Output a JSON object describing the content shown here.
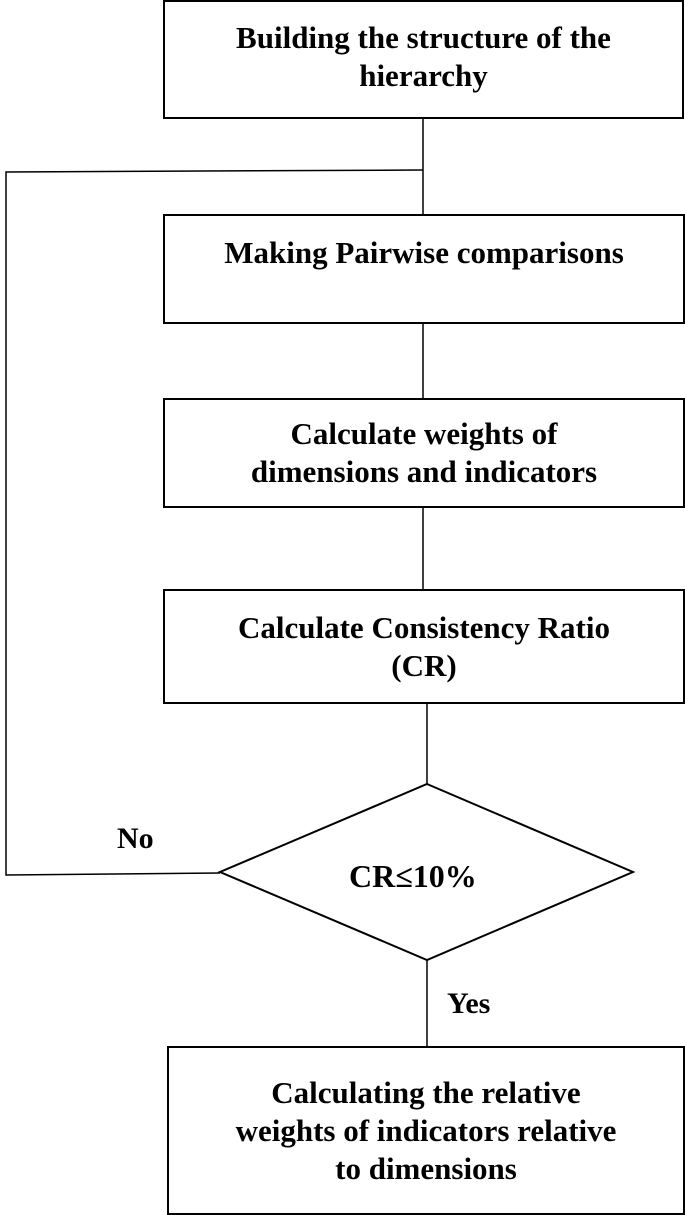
{
  "steps": {
    "step1": {
      "line1": "Building the structure of the",
      "line2": "hierarchy"
    },
    "step2": {
      "line1": "Making Pairwise comparisons"
    },
    "step3": {
      "line1": "Calculate weights of",
      "line2": "dimensions and indicators"
    },
    "step4": {
      "line1": "Calculate Consistency Ratio",
      "line2": "(CR)"
    },
    "final": {
      "line1": "Calculating the relative",
      "line2": "weights of indicators relative",
      "line3": "to dimensions"
    }
  },
  "decision": {
    "condition": "CR≤10%",
    "no_label": "No",
    "yes_label": "Yes"
  },
  "colors": {
    "stroke": "#000000",
    "background": "#ffffff"
  }
}
